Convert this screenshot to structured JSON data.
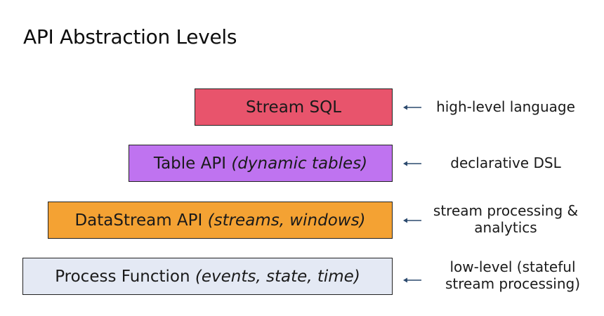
{
  "title": "API Abstraction Levels",
  "colors": {
    "arrow": "#2c4a6e",
    "border": "#222222"
  },
  "layers": [
    {
      "name": "Stream SQL",
      "detail": "",
      "color": "#e8546c",
      "description": [
        "high-level language"
      ]
    },
    {
      "name": "Table API ",
      "detail": "(dynamic tables)",
      "color": "#bf73f0",
      "description": [
        "declarative DSL"
      ]
    },
    {
      "name": "DataStream API ",
      "detail": "(streams, windows)",
      "color": "#f4a233",
      "description": [
        "stream processing &",
        "analytics"
      ]
    },
    {
      "name": "Process Function ",
      "detail": "(events, state, time)",
      "color": "#e4e9f4",
      "description": [
        "low-level (stateful",
        "stream processing)"
      ]
    }
  ]
}
